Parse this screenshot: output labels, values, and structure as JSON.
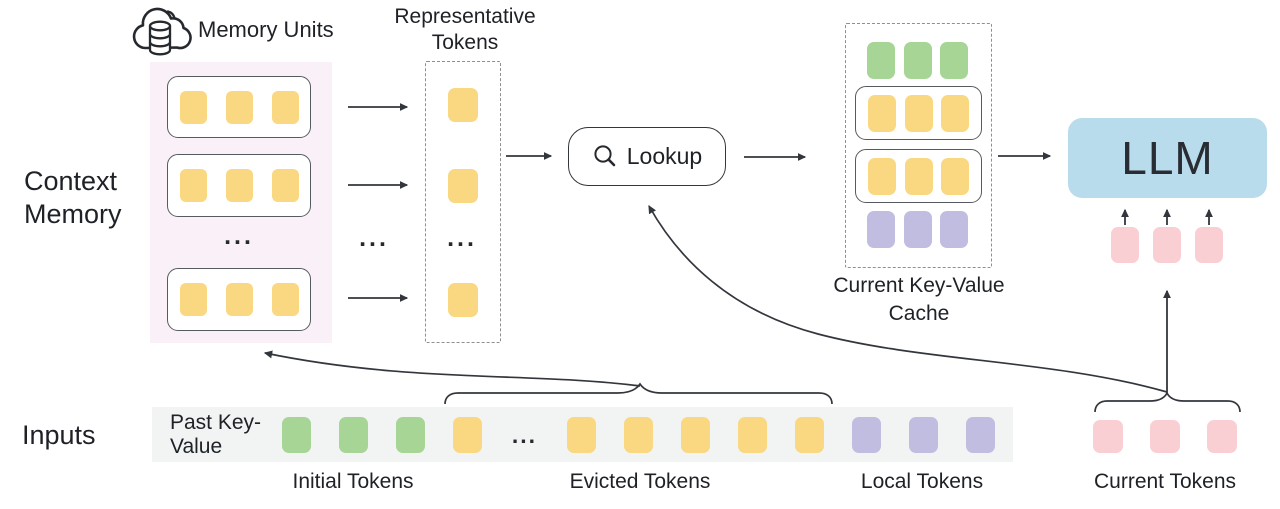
{
  "context_memory": {
    "section_label": "Context Memory",
    "header_label": "Memory Units",
    "ellipsis": "..."
  },
  "representative": {
    "title": "Representative Tokens",
    "ellipsis": "..."
  },
  "flow": {
    "ellipsis": "..."
  },
  "lookup": {
    "label": "Lookup"
  },
  "cache": {
    "caption": "Current Key-Value Cache"
  },
  "llm": {
    "label": "LLM"
  },
  "inputs": {
    "section_label": "Inputs",
    "strip_label": "Past Key-Value",
    "ellipsis": "...",
    "captions": {
      "initial": "Initial Tokens",
      "evicted": "Evicted Tokens",
      "local": "Local Tokens",
      "current": "Current Tokens"
    }
  },
  "colors": {
    "memory_token": "#FAD781",
    "initial_token": "#A6D595",
    "local_token": "#C0BDE1",
    "current_token": "#FACFD4",
    "llm_fill": "#B9DCEC",
    "memory_panel_fill": "#FAF0F8",
    "strip_fill": "#F2F4F4",
    "line": "#383C42"
  },
  "token_groups": {
    "memory_unit": {
      "count": 3,
      "color": "#FAD781"
    },
    "rep_single": {
      "count": 1,
      "color": "#FAD781"
    },
    "cache_green": {
      "count": 3,
      "color": "#A6D595"
    },
    "cache_yellow": {
      "count": 3,
      "color": "#FAD781"
    },
    "cache_purple": {
      "count": 3,
      "color": "#C0BDE1"
    },
    "llm_input": {
      "count": 3,
      "color": "#FACFD4"
    },
    "strip_initial": {
      "count": 3,
      "color": "#A6D595"
    },
    "strip_evicted_head": {
      "count": 1,
      "color": "#FAD781"
    },
    "strip_evicted_tail": {
      "count": 5,
      "color": "#FAD781"
    },
    "strip_local": {
      "count": 3,
      "color": "#C0BDE1"
    },
    "strip_current": {
      "count": 3,
      "color": "#FACFD4"
    }
  }
}
